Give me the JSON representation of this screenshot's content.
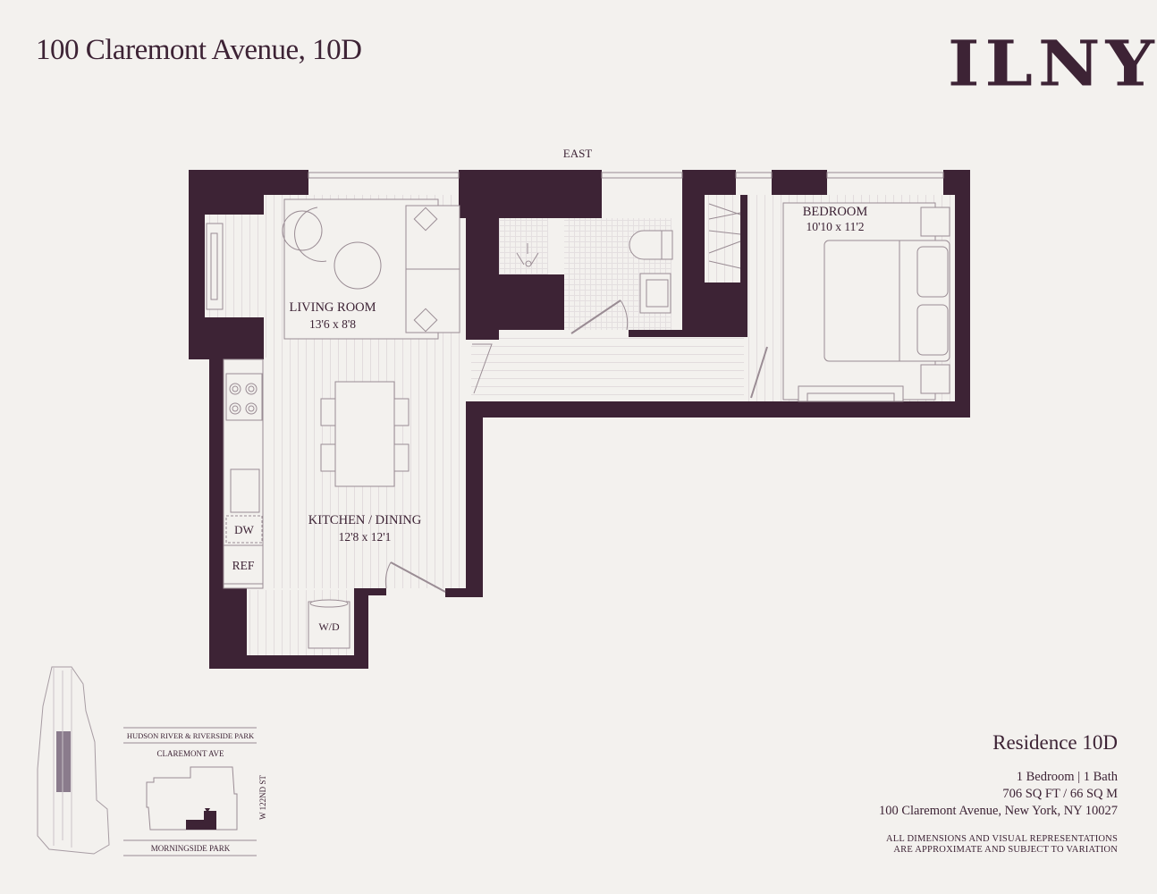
{
  "header": {
    "title": "100 Claremont Avenue, 10D",
    "logo": "ILNY"
  },
  "floorplan": {
    "orientation_label": "EAST",
    "rooms": [
      {
        "name": "LIVING ROOM",
        "dimensions": "13'6 x 8'8"
      },
      {
        "name": "KITCHEN / DINING",
        "dimensions": "12'8 x 12'1"
      },
      {
        "name": "BEDROOM",
        "dimensions": "10'10 x 11'2"
      }
    ],
    "appliances": {
      "dishwasher": "DW",
      "refrigerator": "REF",
      "washer_dryer": "W/D"
    },
    "colors": {
      "wall": "#3d2335",
      "floor": "#f3f1ee",
      "line": "#9a8c94"
    }
  },
  "keyplan": {
    "top_label": "HUDSON RIVER & RIVERSIDE PARK",
    "street_top": "CLAREMONT AVE",
    "street_side": "W 122ND ST",
    "bottom_label": "MORNINGSIDE PARK"
  },
  "residence": {
    "title": "Residence 10D",
    "bed_bath": "1 Bedroom | 1 Bath",
    "area": "706 SQ FT / 66 SQ M",
    "address": "100 Claremont Avenue, New York, NY 10027",
    "disclaimer_line1": "ALL DIMENSIONS AND VISUAL REPRESENTATIONS",
    "disclaimer_line2": "ARE APPROXIMATE AND SUBJECT TO VARIATION"
  }
}
